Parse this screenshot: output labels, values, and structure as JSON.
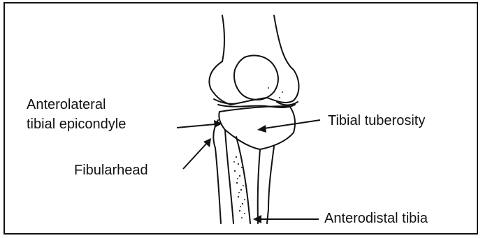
{
  "figure": {
    "labels": {
      "anterolateral_line1": "Anterolateral",
      "anterolateral_line2": "tibial epicondyle",
      "fibular_head": "Fibularhead",
      "tibial_tuberosity": "Tibial tuberosity",
      "anterodistal_tibia": "Anterodistal tibia"
    },
    "colors": {
      "ink": "#111111",
      "background": "#ffffff"
    }
  }
}
